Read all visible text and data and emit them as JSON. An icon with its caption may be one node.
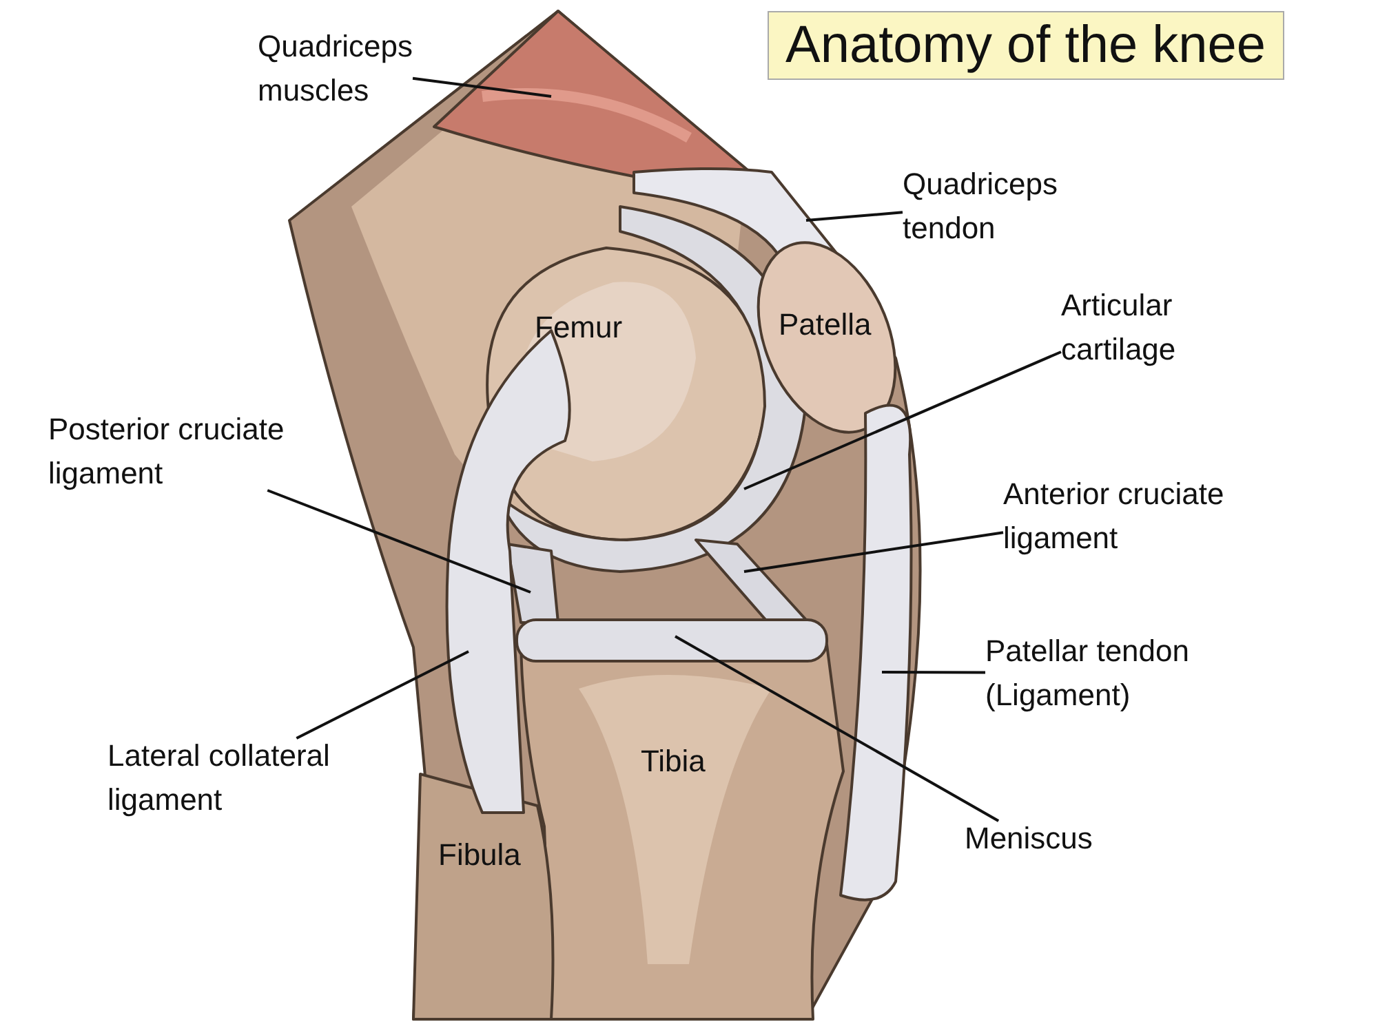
{
  "diagram": {
    "title": "Anatomy of the knee",
    "nodes": [
      {
        "text": [
          "Quadriceps muscles"
        ]
      },
      {
        "text": [
          "Quadriceps tendon"
        ]
      },
      {
        "text": [
          "Articular cartilage"
        ]
      },
      {
        "text": [
          "Posterior cruciate ligament"
        ]
      },
      {
        "text": [
          "Anterior cruciate ligament"
        ]
      },
      {
        "text": [
          "Patellar tendon (Ligament)"
        ]
      },
      {
        "text": [
          "Lateral collateral ligament"
        ]
      },
      {
        "text": [
          "Meniscus"
        ]
      }
    ],
    "edges": [
      {
        "from": 0,
        "to": null,
        "arrow": "none"
      },
      {
        "from": 1,
        "to": null,
        "arrow": "none"
      },
      {
        "from": 2,
        "to": null,
        "arrow": "none"
      },
      {
        "from": 3,
        "to": null,
        "arrow": "none"
      },
      {
        "from": 4,
        "to": null,
        "arrow": "none"
      },
      {
        "from": 5,
        "to": null,
        "arrow": "none"
      },
      {
        "from": 6,
        "to": null,
        "arrow": "none"
      },
      {
        "from": 7,
        "to": null,
        "arrow": "none"
      }
    ],
    "labels": [
      "Femur",
      "Patella",
      "Tibia",
      "Fibula"
    ]
  }
}
